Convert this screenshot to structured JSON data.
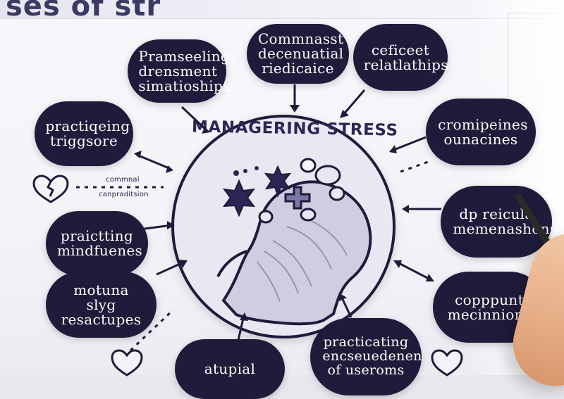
{
  "header": {
    "partial_title": "ses of str"
  },
  "center": {
    "title": "MANAGERING STRESS"
  },
  "bubbles": [
    {
      "id": "top-left",
      "label": "Pramseelings\ndrensment\nsimatioships"
    },
    {
      "id": "top-center",
      "label": "Commnasst\ndecenuatial\nriedicaice"
    },
    {
      "id": "top-right",
      "label": "ceficeet\nrelatlathips"
    },
    {
      "id": "left-1",
      "label": "practiqeing\ntriggsore"
    },
    {
      "id": "left-2",
      "label": "praictting\nmindfuenes"
    },
    {
      "id": "left-3",
      "label": "motuna slyg\nresactupes"
    },
    {
      "id": "right-1",
      "label": "cromipeines\nounacines"
    },
    {
      "id": "right-2",
      "label": "dp reicula\nmemenashons"
    },
    {
      "id": "right-3",
      "label": "copppunt\nmecinnions"
    },
    {
      "id": "bottom-1",
      "label": "practicating\nencseuedenen\nof useroms"
    },
    {
      "id": "bottom-2",
      "label": "atupial"
    }
  ],
  "small_texts": [
    {
      "id": "left-small-1",
      "text": "commnal"
    },
    {
      "id": "left-small-2",
      "text": "canpraditsion"
    }
  ],
  "colors": {
    "bubble_fill": "#1f1b3a",
    "text_dark": "#2b2654",
    "paper": "#f3f3f8"
  },
  "icons": {
    "left_icon": "heart-broken-icon",
    "bottom_left_icon": "heart-icon",
    "bottom_right_icon": "heart-icon"
  }
}
